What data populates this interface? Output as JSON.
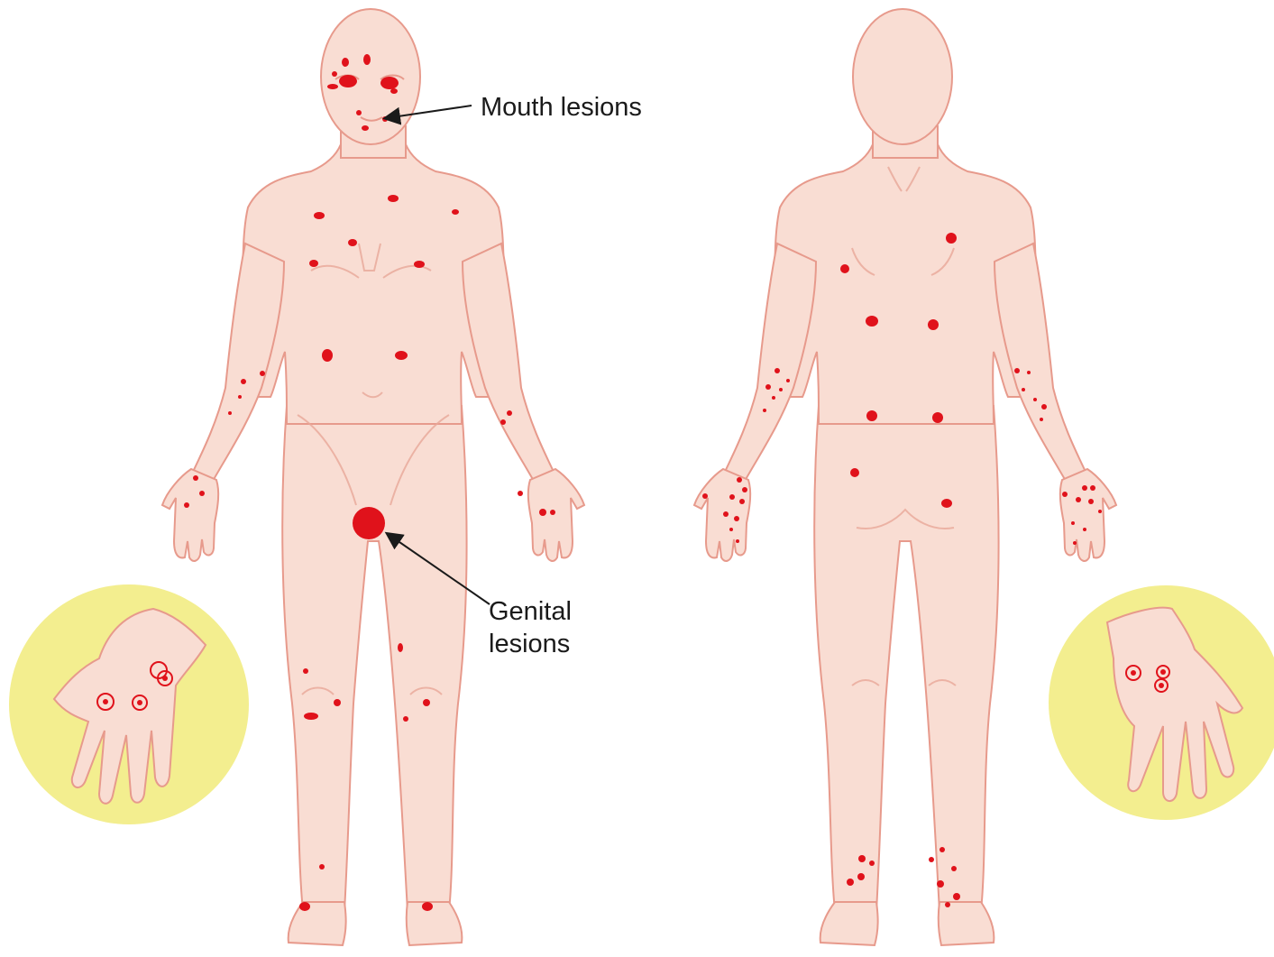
{
  "labels": {
    "mouth": "Mouth lesions",
    "genital_line1": "Genital",
    "genital_line2": "lesions"
  },
  "colors": {
    "skin": "#f9ddd3",
    "outline": "#e79a8c",
    "crease": "#e8a899",
    "lesion": "#e0121b",
    "inset_bg": "#f3ee8f",
    "arrow": "#1a1a1a"
  }
}
